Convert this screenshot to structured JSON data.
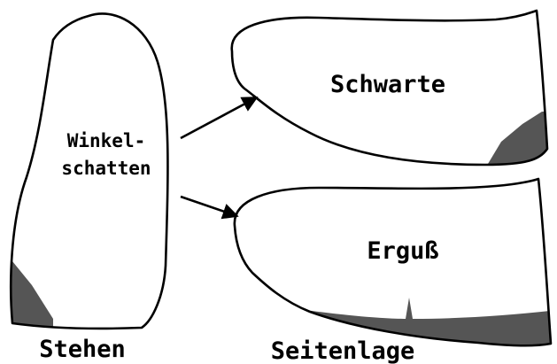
{
  "labels": {
    "winkel_line1": "Winkel-",
    "winkel_line2": "schatten",
    "schwarte": "Schwarte",
    "erguss": "Erguß",
    "stehen": "Stehen",
    "seitenlage": "Seitenlage"
  },
  "colors": {
    "outline": "#000000",
    "shadow": "#555555",
    "background": "#ffffff"
  }
}
